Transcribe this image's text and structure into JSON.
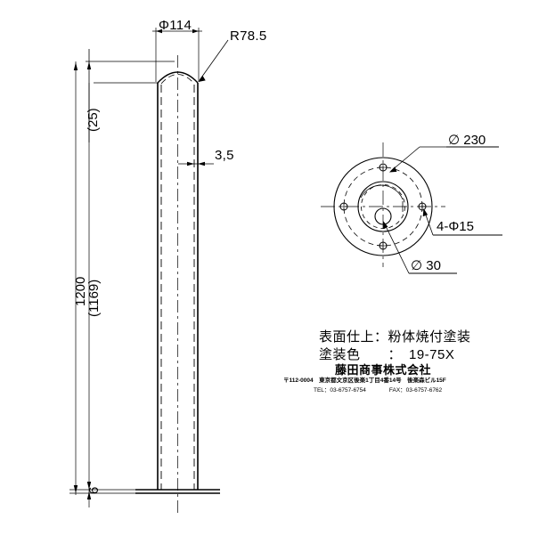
{
  "drawing": {
    "title": "Pole technical drawing",
    "line_color": "#000000",
    "background": "#ffffff"
  },
  "side_view": {
    "dimensions": {
      "top_diameter": "Φ114",
      "dome_radius": "R78.5",
      "wall_thickness": "3,5",
      "dome_height": "(25)",
      "overall_height": "1200",
      "shaft_height": "(1169)",
      "base_thickness": "6"
    }
  },
  "plan_view": {
    "callouts": {
      "base_plate_diameter": "∅ 230",
      "bolt_holes": "4-Φ15",
      "center_hole": "∅ 30"
    }
  },
  "spec_block": {
    "finish_label": "表面仕上",
    "finish_sep": ":",
    "finish_value": "粉体焼付塗装",
    "color_label": "塗装色",
    "color_sep": ":",
    "color_value": "19-75X",
    "finish_line": "表面仕上：粉体焼付塗装",
    "color_line": "塗装色　　：　19-75X"
  },
  "title_block": {
    "company": "藤田商事株式会社",
    "address": "〒112-0004　東京都文京区後楽1丁目4番14号　後楽森ビル15F",
    "contact": "TEL：03-6757-6754　　　　FAX：03-6757-6762"
  }
}
